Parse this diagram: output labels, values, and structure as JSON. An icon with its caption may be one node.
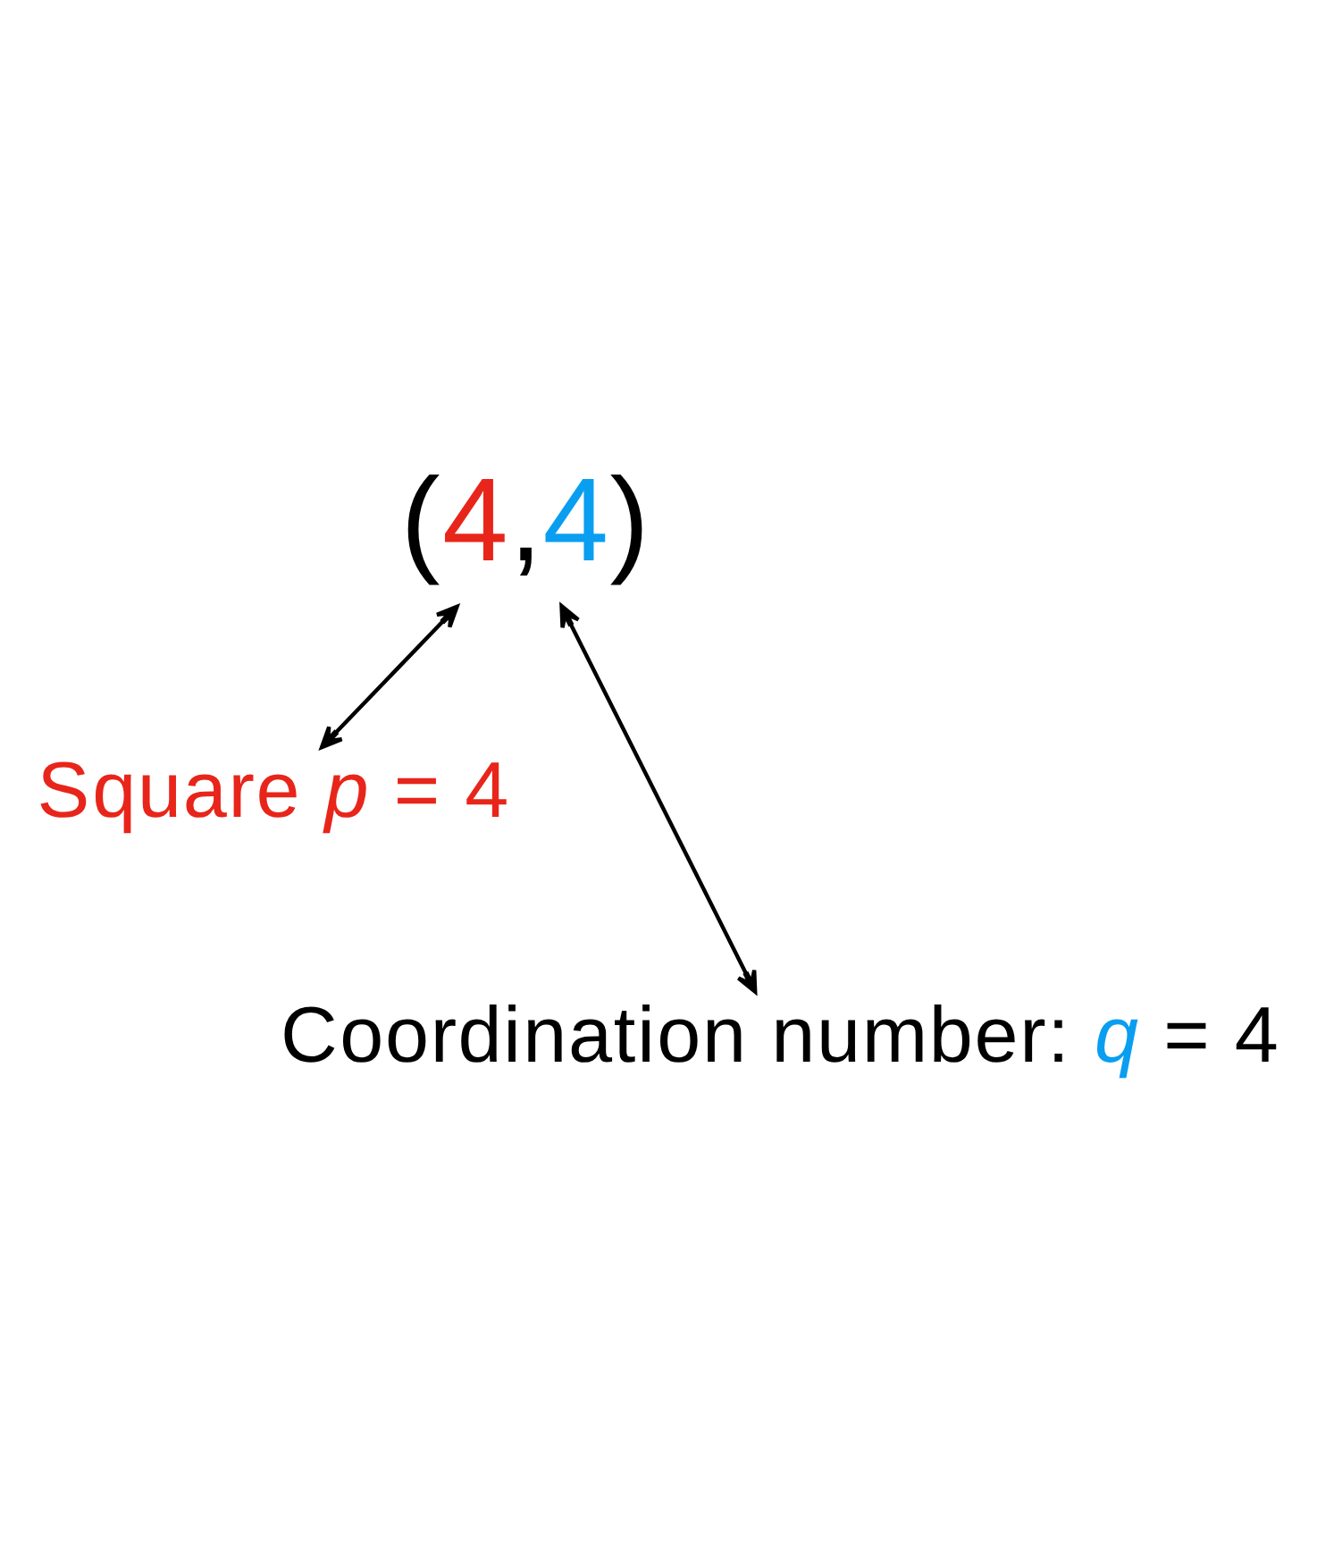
{
  "diagram": {
    "nodes": [
      {
        "text": [
          "(4,4)"
        ]
      },
      {
        "text": [
          "Square *p* = 4"
        ]
      },
      {
        "text": [
          "Coordination number: *q* = 4"
        ]
      }
    ],
    "edges": [
      {
        "from": 0,
        "to": 1,
        "arrow": "both"
      },
      {
        "from": 0,
        "to": 2,
        "arrow": "both"
      }
    ]
  }
}
